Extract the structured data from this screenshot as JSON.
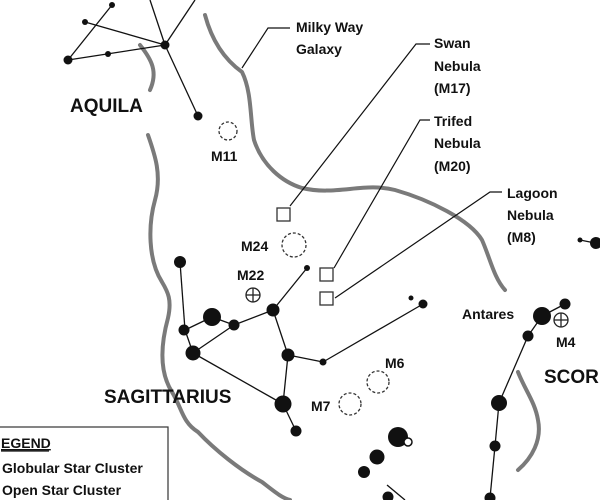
{
  "constellations": {
    "aquila": "AQUILA",
    "sagittarius": "SAGITTARIUS",
    "scorpius": "SCOR"
  },
  "annotations": {
    "milky_way": [
      "Milky Way",
      "Galaxy"
    ],
    "swan": [
      "Swan",
      "Nebula",
      "(M17)"
    ],
    "trifed": [
      "Trifed",
      "Nebula",
      "(M20)"
    ],
    "lagoon": [
      "Lagoon",
      "Nebula",
      "(M8)"
    ]
  },
  "objects": {
    "m11": "M11",
    "m24": "M24",
    "m22": "M22",
    "m6": "M6",
    "m7": "M7",
    "m4": "M4",
    "antares": "Antares"
  },
  "legend": {
    "title": "EGEND",
    "globular": "Globular Star Cluster",
    "open": "Open Star Cluster"
  },
  "colors": {
    "milky_way_outline": "#7a7a7a",
    "ink": "#111111"
  }
}
